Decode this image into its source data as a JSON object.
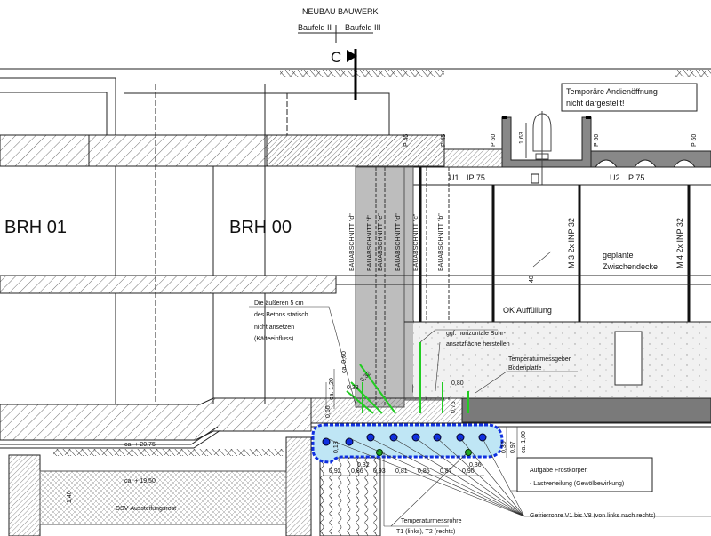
{
  "header": {
    "title": "NEUBAU BAUWERK",
    "left_field": "Baufeld II",
    "right_field": "Baufeld III",
    "section_marker": "C"
  },
  "note_box": [
    "Temporäre Andienöffnung",
    "nicht dargestellt!"
  ],
  "rooms": [
    "BRH 01",
    "BRH 00"
  ],
  "profiles": {
    "p45_a": "P 45",
    "p45_b": "P 45",
    "p50_a": "P 50",
    "p50_b": "P 50",
    "p50_c": "P 50",
    "beam_u1": "U1",
    "beam_u1_profile": "IP 75",
    "beam_u2": "U2",
    "beam_u2_profile": "P 75",
    "dim_163": "1,63",
    "dim_40": "40"
  },
  "bauabschnitte": [
    "BAUABSCHNITT \"d\"",
    "BAUABSCHNITT \"f\"",
    "BAUABSCHNITT \"e\"",
    "BAUABSCHNITT \"d\"",
    "BAUABSCHNITT \"c\"",
    "BAUABSCHNITT \"b\""
  ],
  "columns": [
    "M 3  2x INP 32",
    "M 4  2x INP 32"
  ],
  "annotations": {
    "zwischendecke": [
      "geplante",
      "Zwischendecke"
    ],
    "auffuellung": "OK Auffüllung",
    "beton": [
      "Die äußeren 5 cm",
      "des Betons statisch",
      "nicht ansetzen",
      "(Kälteeinfluss)"
    ],
    "bohr": [
      "ggf. horizontale Bohr-",
      "ansatzfläche herstellen"
    ],
    "temp_geber": [
      "Temperaturmessgeber",
      "Bodenplatte"
    ],
    "frost_task": [
      "Aufgabe Frostkörper:",
      "- Lastverteilung (Gewölbewirkung)"
    ],
    "temp_rohre": [
      "Temperaturmessrohre",
      "T1 (links), T2 (rechts)"
    ],
    "gefrierrohre": "Gefrierrohre V1 bis V8 (von links nach rechts)",
    "dsv": "DSV-Aussteifungsrost",
    "level_1": "ca. + 20,75",
    "level_2": "ca. + 19,50",
    "dsv_height": "1,40"
  },
  "dimensions": {
    "spacings": [
      "0,92",
      "0,86",
      "0,93",
      "0,81",
      "0,85",
      "0,87",
      "0,90"
    ],
    "t1_offset": "0,32",
    "t2_offset": "0,36",
    "d018": "0,18",
    "d030": "0,30",
    "d097": "0,97",
    "d100": "ca. 1,00",
    "d120": "ca. 1,20",
    "d060a": "ca. 0,60",
    "d060b": "0,60",
    "d075": "0,75",
    "d080": "0,80",
    "d033": "0,33",
    "d032b": "0,32"
  },
  "colors": {
    "frost_fill": "#bfe6f5",
    "frost_border": "#1030e0",
    "green": "#22cc22",
    "gray": "#bdbdbd",
    "dark": "#7a7a7a"
  }
}
